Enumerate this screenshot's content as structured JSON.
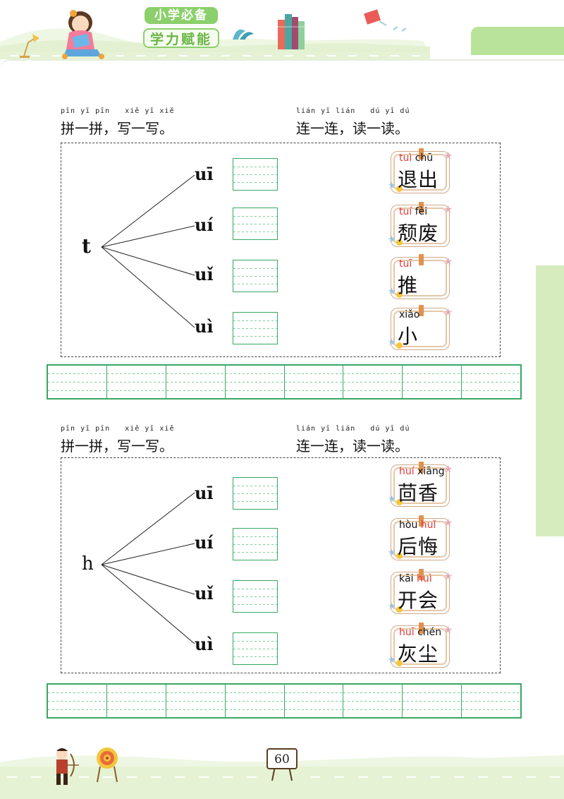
{
  "header": {
    "logo_top": "小学必备",
    "logo_bottom": "学力赋能"
  },
  "sections": [
    {
      "left_pinyin": "pīn yī pīn   xiě yī xiě",
      "left_title": "拼一拼，写一写。",
      "right_pinyin": "lián yī lián   dú yī dú",
      "right_title": "连一连，读一读。",
      "initial": "t",
      "finals": [
        "uī",
        "uí",
        "uǐ",
        "uì"
      ],
      "cards": [
        {
          "py": [
            {
              "t": "tuì",
              "red": true
            },
            {
              "t": " chū",
              "red": false
            }
          ],
          "hz": "退出"
        },
        {
          "py": [
            {
              "t": "tuí",
              "red": true
            },
            {
              "t": " fèi",
              "red": false
            }
          ],
          "hz": "颓废"
        },
        {
          "py": [
            {
              "t": "tuī",
              "red": true
            }
          ],
          "hz": "推"
        },
        {
          "py": [
            {
              "t": "xiǎo",
              "red": false
            }
          ],
          "hz": "小"
        }
      ]
    },
    {
      "left_pinyin": "pīn yī pīn   xiě yī xiě",
      "left_title": "拼一拼，写一写。",
      "right_pinyin": "lián yī lián   dú yī dú",
      "right_title": "连一连，读一读。",
      "initial": "h",
      "finals": [
        "uī",
        "uí",
        "uǐ",
        "uì"
      ],
      "cards": [
        {
          "py": [
            {
              "t": "huí",
              "red": true
            },
            {
              "t": " xiāng",
              "red": false
            }
          ],
          "hz": "茴香"
        },
        {
          "py": [
            {
              "t": "hòu",
              "red": false
            },
            {
              "t": " huǐ",
              "red": true
            }
          ],
          "hz": "后悔"
        },
        {
          "py": [
            {
              "t": "kāi",
              "red": false
            },
            {
              "t": " huì",
              "red": true
            }
          ],
          "hz": "开会"
        },
        {
          "py": [
            {
              "t": "huī",
              "red": true
            },
            {
              "t": " chén",
              "red": false
            }
          ],
          "hz": "灰尘"
        }
      ]
    }
  ],
  "footer": {
    "page_number": "60"
  },
  "colors": {
    "accent_green": "#38a862",
    "light_green": "#b9e29a",
    "pinyin_red": "#e23b3b"
  }
}
